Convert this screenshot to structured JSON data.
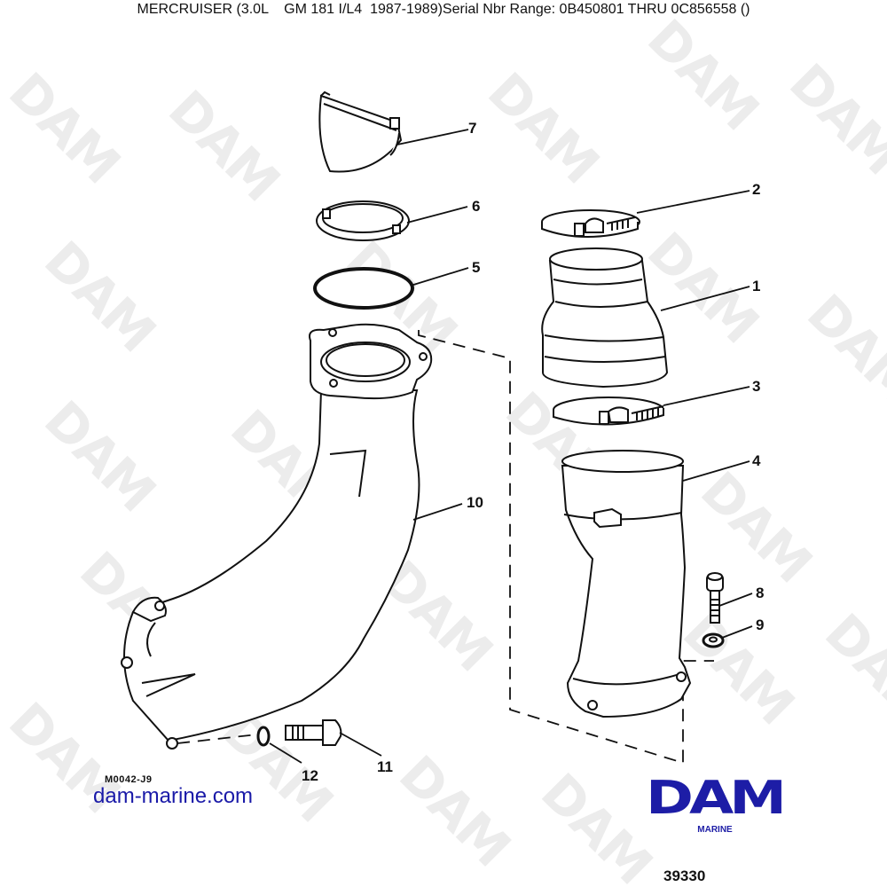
{
  "header": {
    "title": "MERCRUISER (3.0L    GM 181 I/L4  1987-1989)Serial Nbr Range: 0B450801 THRU 0C856558 ()"
  },
  "watermark": {
    "text": "DAM",
    "color": "#ececec"
  },
  "diagram": {
    "figure_code": "M0042-J9",
    "diagram_number": "39330",
    "parts": [
      {
        "number": "1",
        "name": "rubber-sleeve-reducer"
      },
      {
        "number": "2",
        "name": "hose-clamp-upper"
      },
      {
        "number": "3",
        "name": "hose-clamp-lower"
      },
      {
        "number": "4",
        "name": "exhaust-pipe-outlet"
      },
      {
        "number": "5",
        "name": "o-ring-gasket"
      },
      {
        "number": "6",
        "name": "retaining-ring"
      },
      {
        "number": "7",
        "name": "exhaust-flapper"
      },
      {
        "number": "8",
        "name": "cap-screw"
      },
      {
        "number": "9",
        "name": "washer"
      },
      {
        "number": "10",
        "name": "exhaust-elbow"
      },
      {
        "number": "11",
        "name": "bolt"
      },
      {
        "number": "12",
        "name": "lock-washer"
      }
    ]
  },
  "footer": {
    "site_link": "dam-marine.com",
    "logo_text": "DAM",
    "logo_subtext": "MARINE",
    "brand_color": "#1d1da6"
  }
}
